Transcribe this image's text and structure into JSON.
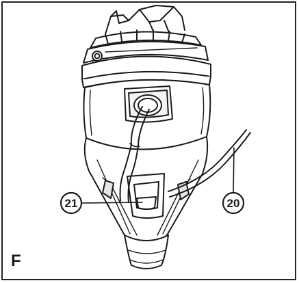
{
  "figure": {
    "letter": "F"
  },
  "callouts": [
    {
      "number": "21",
      "part": "hose-port"
    },
    {
      "number": "20",
      "part": "power-cord"
    }
  ],
  "colors": {
    "line": "#1a1a1a",
    "fill": "#ffffff",
    "shade": "#e6e6e6",
    "frame": "#222222"
  }
}
